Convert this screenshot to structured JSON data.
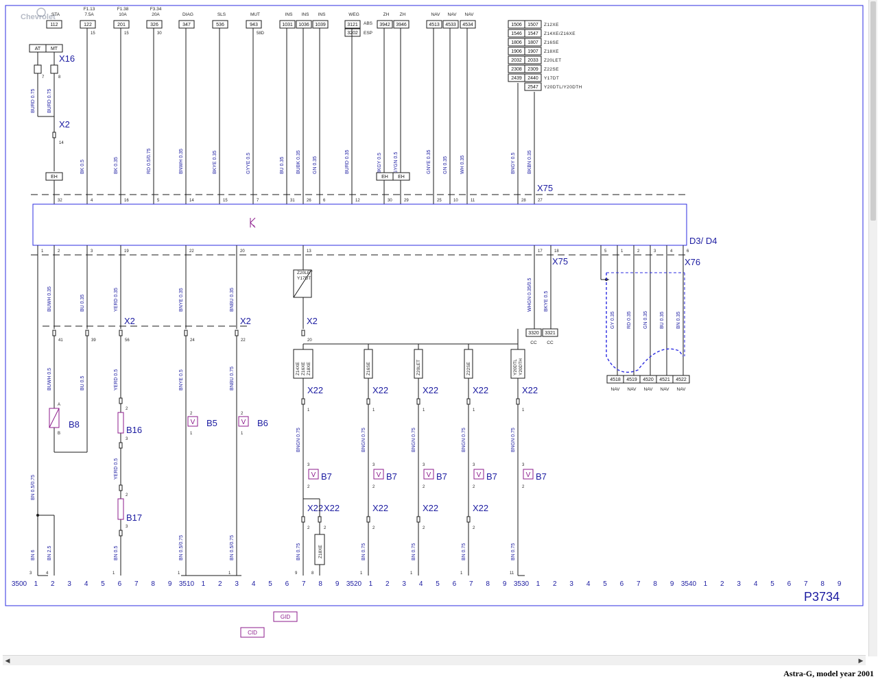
{
  "document": {
    "sheet_id": "P3734",
    "caption": "Astra-G, model year 2001",
    "watermark": "Chevrolet"
  },
  "control_unit": {
    "label": "D3/ D4",
    "symbol": "transistor-icon"
  },
  "connectors": {
    "x16": "X16",
    "x2": "X2",
    "x75": "X75",
    "x76": "X76",
    "x22": "X22",
    "at": "AT",
    "mt": "MT",
    "eh": "EH"
  },
  "top_labels": [
    {
      "f": "STA",
      "box": "112",
      "pin": ""
    },
    {
      "f": "F1.13\n7.5A",
      "box": "122",
      "pin": "15"
    },
    {
      "f": "F1.38\n10A",
      "box": "201",
      "pin": "15"
    },
    {
      "f": "F3.34\n20A",
      "box": "326",
      "pin": "30"
    },
    {
      "f": "DIAG",
      "box": "347",
      "pin": ""
    },
    {
      "f": "SLS",
      "box": "536",
      "pin": ""
    },
    {
      "f": "MUT",
      "box": "943",
      "pin": "58D"
    },
    {
      "f": "INS",
      "box": "1031",
      "pin": ""
    },
    {
      "f": "INS",
      "box": "1036",
      "pin": ""
    },
    {
      "f": "INS",
      "box": "1039",
      "pin": ""
    },
    {
      "f": "WEG",
      "box": "3121",
      "pin": ""
    },
    {
      "f": "ZH",
      "box": "3942",
      "pin": ""
    },
    {
      "f": "ZH",
      "box": "3946",
      "pin": ""
    },
    {
      "f": "NAV",
      "box": "4513",
      "pin": ""
    },
    {
      "f": "NAV",
      "box": "4533",
      "pin": ""
    },
    {
      "f": "NAV",
      "box": "4534",
      "pin": ""
    }
  ],
  "weg_side": [
    "ABS",
    "ESP"
  ],
  "weg_box2": "3202",
  "engine_table": [
    [
      "1506",
      "1507",
      "Z12XE"
    ],
    [
      "1546",
      "1547",
      "Z14XE/Z16XE"
    ],
    [
      "1806",
      "1807",
      "Z16SE"
    ],
    [
      "1906",
      "1907",
      "Z18XE"
    ],
    [
      "2032",
      "2033",
      "Z20LET"
    ],
    [
      "2308",
      "2309",
      "Z22SE"
    ],
    [
      "2439",
      "2440",
      "Y17DT"
    ],
    [
      "",
      "2547",
      "Y20DTL/Y20DTH"
    ]
  ],
  "top_wires": [
    "BURD 0.75",
    "BURD 0.75",
    "BK 0.5",
    "BK 0.35",
    "RD 0.5/0.75",
    "BNWH 0.35",
    "BKYE 0.35",
    "GYYE 0.5",
    "BU 0.35",
    "BUBK 0.35",
    "GN 0.35",
    "BURD 0.35",
    "BKGY 0.5",
    "GYGN 0.5",
    "GNYE 0.35",
    "GN 0.35",
    "WH 0.35",
    "BNGY 0.5",
    "BKBN 0.35"
  ],
  "top_pins": [
    "32",
    "4",
    "16",
    "5",
    "14",
    "15",
    "7",
    "31",
    "26",
    "6",
    "12",
    "30",
    "29",
    "25",
    "10",
    "11",
    "28",
    "27"
  ],
  "bottom_pins": [
    "1",
    "2",
    "3",
    "19",
    "22",
    "20",
    "13",
    "17",
    "18",
    "5",
    "1",
    "2",
    "3",
    "4",
    "6"
  ],
  "x2_pins": [
    "41",
    "39",
    "56",
    "24",
    "22",
    "20"
  ],
  "x16_pins": [
    "7",
    "8"
  ],
  "x2_top_pin": "14",
  "mid_wires": [
    "BUWH 0.35",
    "BU 0.35",
    "YERD 0.35",
    "BNYE 0.35",
    "BNBU 0.35",
    "WHGN 0.35/0.5",
    "BKYE 0.5",
    "GY 0.35",
    "RD 0.35",
    "GN 0.35",
    "BU 0.35",
    "BN 0.35"
  ],
  "lower_wires": [
    "BUWH 0.5",
    "BU 0.5",
    "YERD 0.5",
    "BNYE 0.5",
    "BNBU 0.75",
    "BN 0.5/0.75",
    "YERD 0.5",
    "BN 0.5/0.75",
    "BN 0.5/0.75",
    "BN 6",
    "BN 2.5",
    "BN 0.5"
  ],
  "sensors": {
    "b8": "B8",
    "b16": "B16",
    "b17": "B17",
    "b5": "B5",
    "b6": "B6",
    "b7": "B7",
    "v": "V"
  },
  "variants": [
    "Z14XE\nZ16XE\nZ18XE",
    "Z16SE",
    "Z20LET",
    "Z22SE",
    "Y20DTL\nY20DTH"
  ],
  "variant_13": "Z20LET\nY17DT",
  "bngn": "BNGN 0.75",
  "bn075": "BN 0.75",
  "z18xe_box": "Z18XE",
  "cc_boxes": [
    "3320",
    "3321"
  ],
  "cc_label": "CC",
  "nav_boxes": [
    "4518",
    "4519",
    "4520",
    "4521",
    "4522"
  ],
  "nav_label": "NAV",
  "grid": [
    "3500",
    "1",
    "2",
    "3",
    "4",
    "5",
    "6",
    "7",
    "8",
    "9",
    "3510",
    "1",
    "2",
    "3",
    "4",
    "5",
    "6",
    "7",
    "8",
    "9",
    "3520",
    "1",
    "2",
    "3",
    "4",
    "5",
    "6",
    "7",
    "8",
    "9",
    "3530",
    "1",
    "2",
    "3",
    "4",
    "5",
    "6",
    "7",
    "8",
    "9",
    "3540",
    "1",
    "2",
    "3",
    "4",
    "5",
    "6",
    "7",
    "8",
    "9"
  ],
  "ground_pins": [
    "3",
    "4",
    "1",
    "1",
    "1",
    "9",
    "8",
    "1",
    "1",
    "1",
    "11"
  ],
  "tags": {
    "gid": "GID",
    "cid": "CID"
  },
  "colors": {
    "line": "#1a1a1a",
    "blue": "#1a1aa0",
    "frame": "#2b2be0",
    "purple": "#8b1a8b"
  }
}
